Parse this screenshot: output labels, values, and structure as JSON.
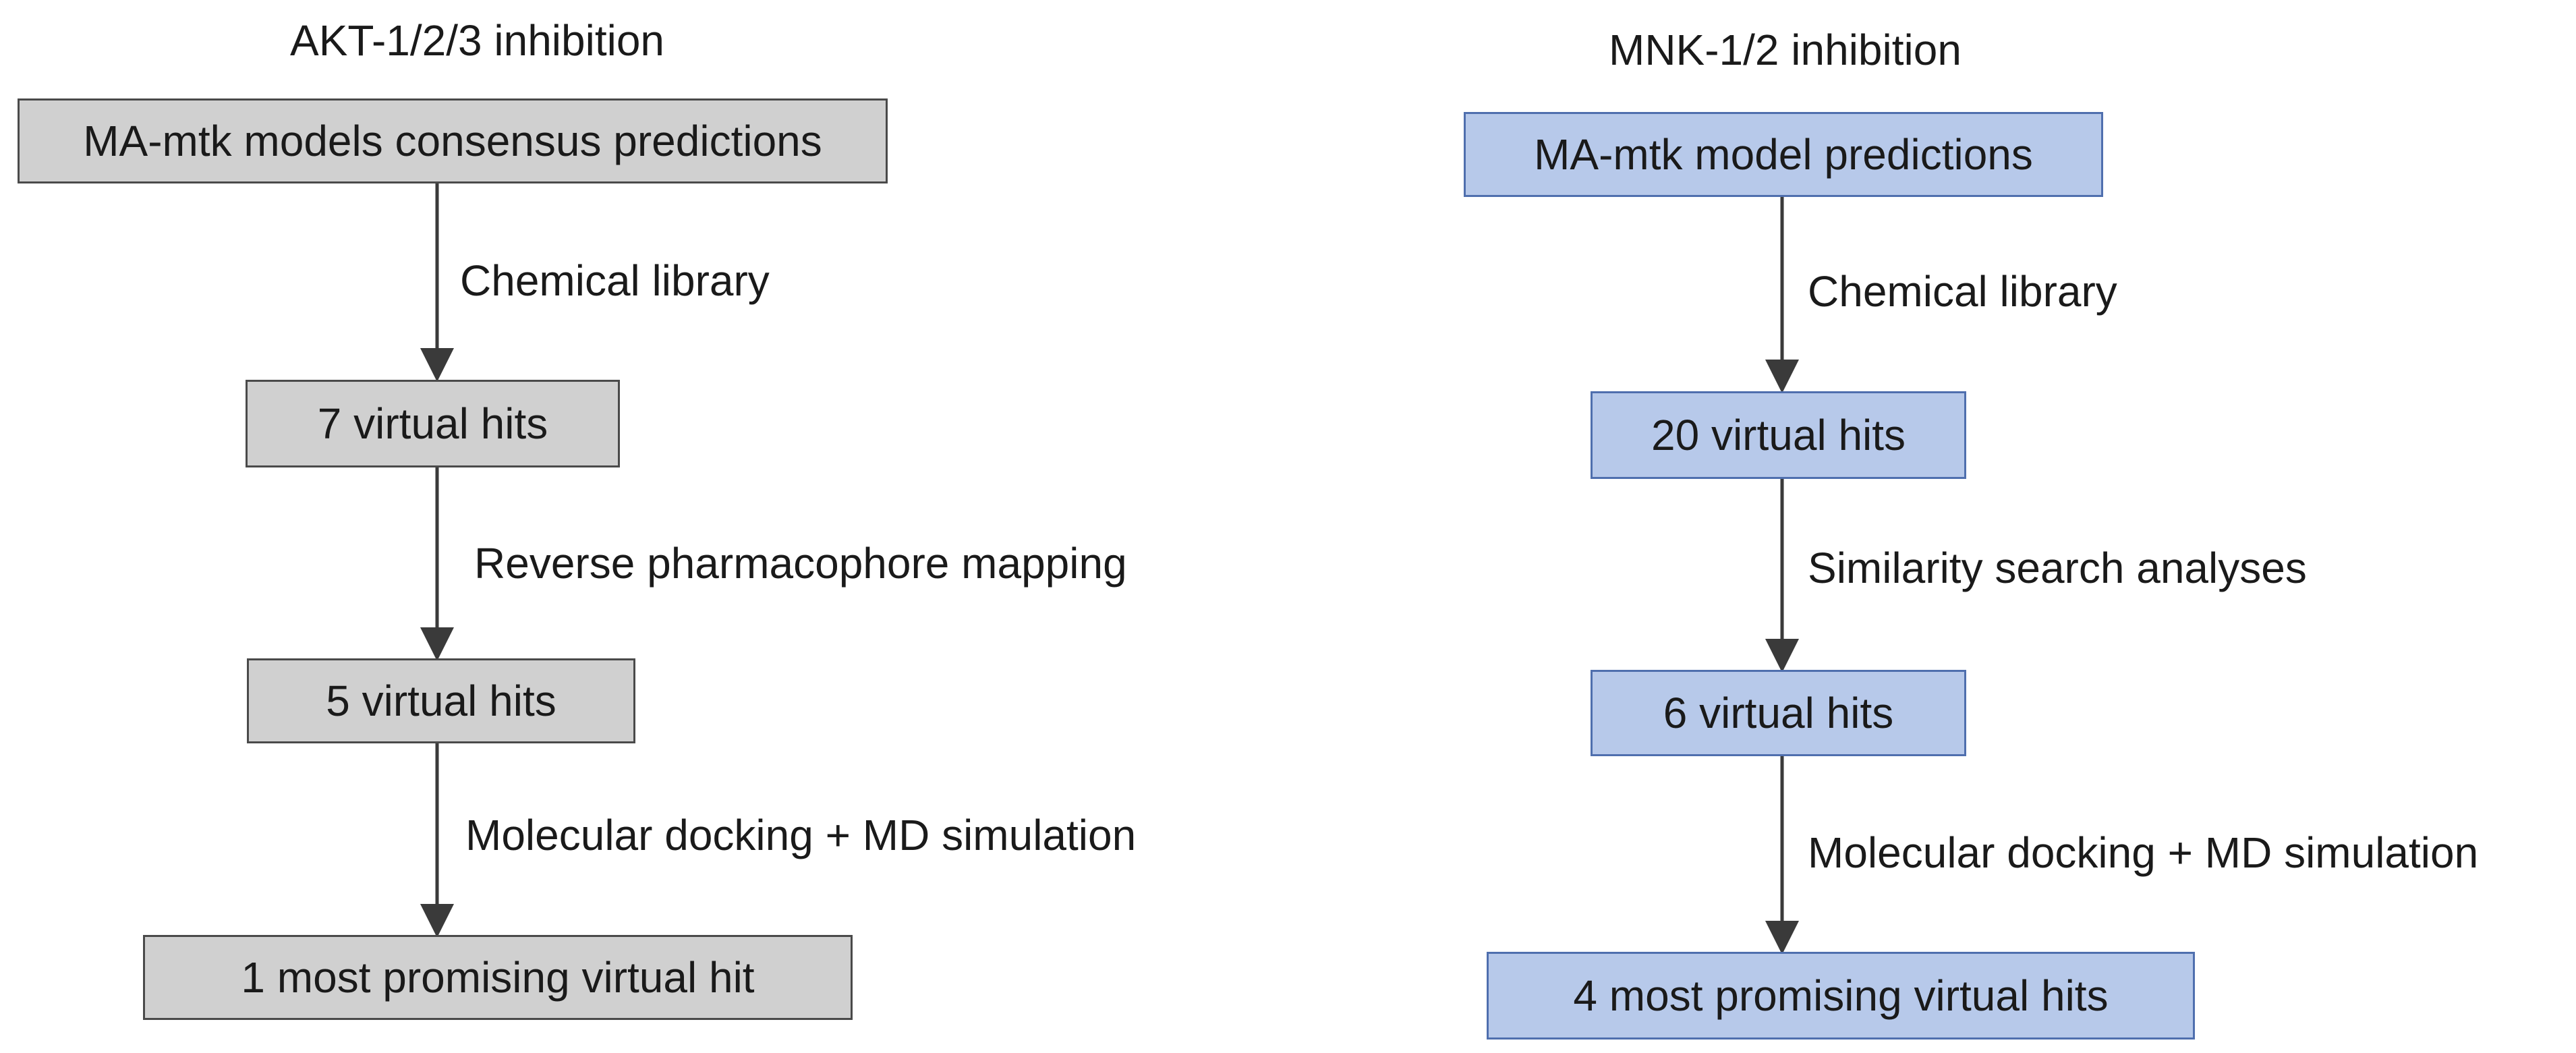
{
  "left_flow": {
    "title": "AKT-1/2/3 inhibition",
    "boxes": [
      "MA-mtk models consensus predictions",
      "7 virtual hits",
      "5 virtual hits",
      "1 most promising virtual hit"
    ],
    "steps": [
      "Chemical library",
      "Reverse pharmacophore mapping",
      "Molecular docking + MD simulation"
    ]
  },
  "right_flow": {
    "title": "MNK-1/2 inhibition",
    "boxes": [
      "MA-mtk model predictions",
      "20 virtual hits",
      "6 virtual hits",
      "4 most promising virtual hits"
    ],
    "steps": [
      "Chemical library",
      "Similarity search analyses",
      "Molecular docking + MD simulation"
    ]
  },
  "colors": {
    "left_box_fill": "#d0d0d0",
    "left_box_border": "#4a4a4a",
    "right_box_fill": "#b7c9ea",
    "right_box_border": "#4f6fae",
    "arrow": "#3a3a3a"
  }
}
